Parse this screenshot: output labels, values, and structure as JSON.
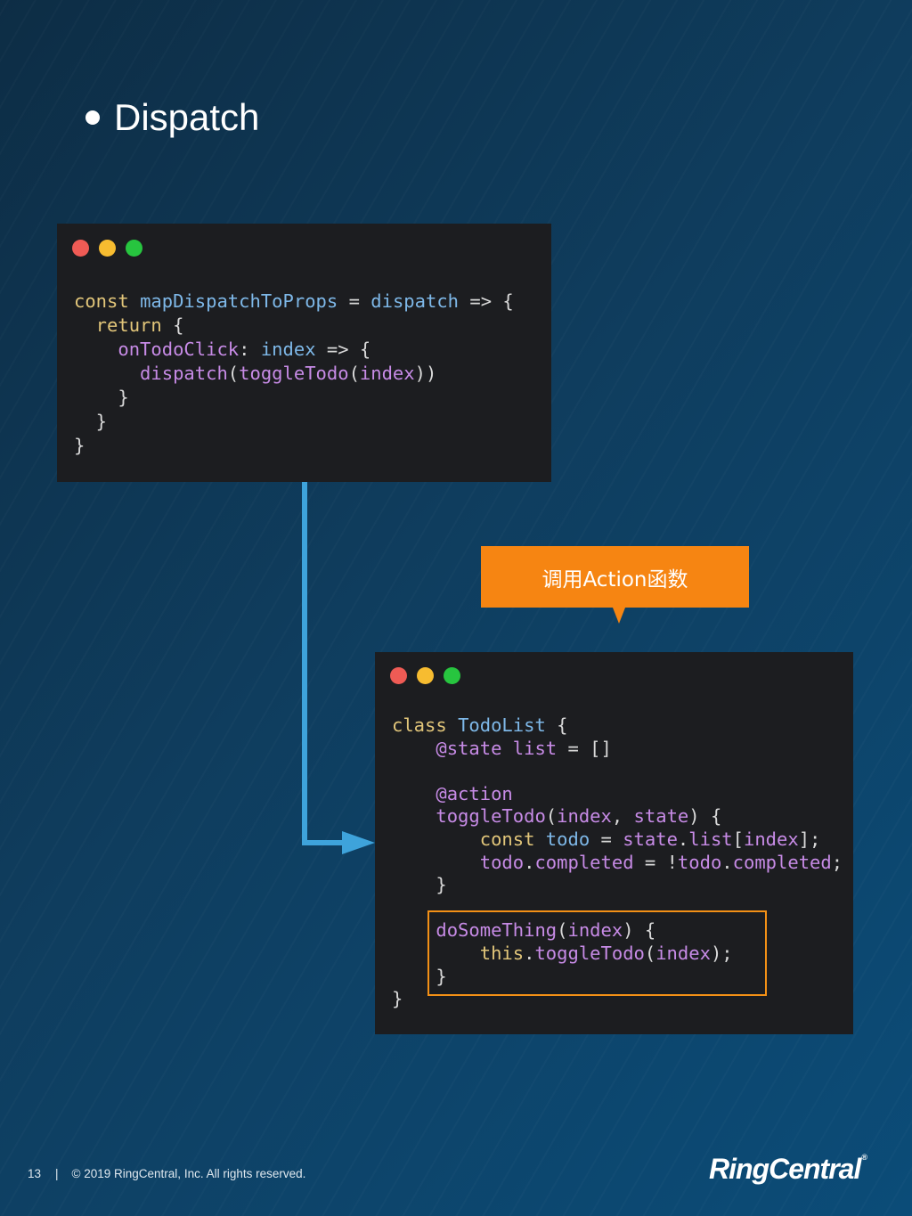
{
  "slide": {
    "bullet_title": "Dispatch"
  },
  "code_window_1": {
    "lines": [
      [
        {
          "t": "const ",
          "c": "k"
        },
        {
          "t": "mapDispatchToProps",
          "c": "f"
        },
        {
          "t": " = ",
          "c": "o"
        },
        {
          "t": "dispatch",
          "c": "f"
        },
        {
          "t": " => {",
          "c": "o"
        }
      ],
      [
        {
          "t": "  return ",
          "c": "k"
        },
        {
          "t": "{",
          "c": "o"
        }
      ],
      [
        {
          "t": "    onTodoClick",
          "c": "v"
        },
        {
          "t": ": ",
          "c": "o"
        },
        {
          "t": "index",
          "c": "f"
        },
        {
          "t": " => {",
          "c": "o"
        }
      ],
      [
        {
          "t": "      dispatch",
          "c": "v"
        },
        {
          "t": "(",
          "c": "o"
        },
        {
          "t": "toggleTodo",
          "c": "v"
        },
        {
          "t": "(",
          "c": "o"
        },
        {
          "t": "index",
          "c": "v"
        },
        {
          "t": "))",
          "c": "o"
        }
      ],
      [
        {
          "t": "    }",
          "c": "o"
        }
      ],
      [
        {
          "t": "  }",
          "c": "o"
        }
      ],
      [
        {
          "t": "}",
          "c": "o"
        }
      ]
    ]
  },
  "callout": {
    "label": "调用Action函数",
    "color": "#f68512"
  },
  "code_window_2": {
    "lines": [
      [
        {
          "t": "class ",
          "c": "k"
        },
        {
          "t": "TodoList",
          "c": "f"
        },
        {
          "t": " {",
          "c": "o"
        }
      ],
      [
        {
          "t": "    @state ",
          "c": "v"
        },
        {
          "t": "list",
          "c": "v"
        },
        {
          "t": " = []",
          "c": "o"
        }
      ],
      [
        {
          "t": "",
          "c": "o"
        }
      ],
      [
        {
          "t": "    @action",
          "c": "v"
        }
      ],
      [
        {
          "t": "    toggleTodo",
          "c": "v"
        },
        {
          "t": "(",
          "c": "o"
        },
        {
          "t": "index",
          "c": "v"
        },
        {
          "t": ", ",
          "c": "o"
        },
        {
          "t": "state",
          "c": "v"
        },
        {
          "t": ") {",
          "c": "o"
        }
      ],
      [
        {
          "t": "        const ",
          "c": "k"
        },
        {
          "t": "todo",
          "c": "f"
        },
        {
          "t": " = ",
          "c": "o"
        },
        {
          "t": "state",
          "c": "v"
        },
        {
          "t": ".",
          "c": "o"
        },
        {
          "t": "list",
          "c": "v"
        },
        {
          "t": "[",
          "c": "o"
        },
        {
          "t": "index",
          "c": "v"
        },
        {
          "t": "];",
          "c": "o"
        }
      ],
      [
        {
          "t": "        todo",
          "c": "v"
        },
        {
          "t": ".",
          "c": "o"
        },
        {
          "t": "completed",
          "c": "v"
        },
        {
          "t": " = !",
          "c": "o"
        },
        {
          "t": "todo",
          "c": "v"
        },
        {
          "t": ".",
          "c": "o"
        },
        {
          "t": "completed",
          "c": "v"
        },
        {
          "t": ";",
          "c": "o"
        }
      ],
      [
        {
          "t": "    }",
          "c": "o"
        }
      ],
      [
        {
          "t": "",
          "c": "o"
        }
      ],
      [
        {
          "t": "    doSomeThing",
          "c": "v"
        },
        {
          "t": "(",
          "c": "o"
        },
        {
          "t": "index",
          "c": "v"
        },
        {
          "t": ") {",
          "c": "o"
        }
      ],
      [
        {
          "t": "        this",
          "c": "k"
        },
        {
          "t": ".",
          "c": "o"
        },
        {
          "t": "toggleTodo",
          "c": "v"
        },
        {
          "t": "(",
          "c": "o"
        },
        {
          "t": "index",
          "c": "v"
        },
        {
          "t": ");",
          "c": "o"
        }
      ],
      [
        {
          "t": "    }",
          "c": "o"
        }
      ],
      [
        {
          "t": "}",
          "c": "o"
        }
      ]
    ]
  },
  "colors": {
    "arrow": "#3ea3db",
    "highlight_border": "#f39016",
    "code_background": "#1c1d20"
  },
  "footer": {
    "page_number": "13",
    "separator": "|",
    "copyright": "© 2019 RingCentral, Inc.  All rights reserved."
  },
  "logo": {
    "text": "RingCentral",
    "mark": "®"
  }
}
